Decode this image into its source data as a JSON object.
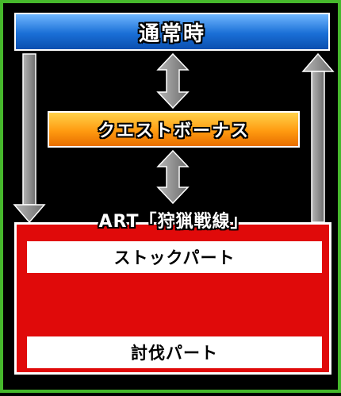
{
  "states": {
    "normal": "通常時",
    "quest_bonus": "クエストボーナス",
    "art_title": "ART「狩猟戦線」",
    "stock_part": "ストックパート",
    "attack_part": "討伐パート"
  },
  "colors": {
    "border_green": "#46b82c",
    "normal_blue": "#1a6fd6",
    "bonus_orange": "#ff9a10",
    "art_red": "#e00a0a",
    "arrow_gray": "#8a8a8a"
  }
}
